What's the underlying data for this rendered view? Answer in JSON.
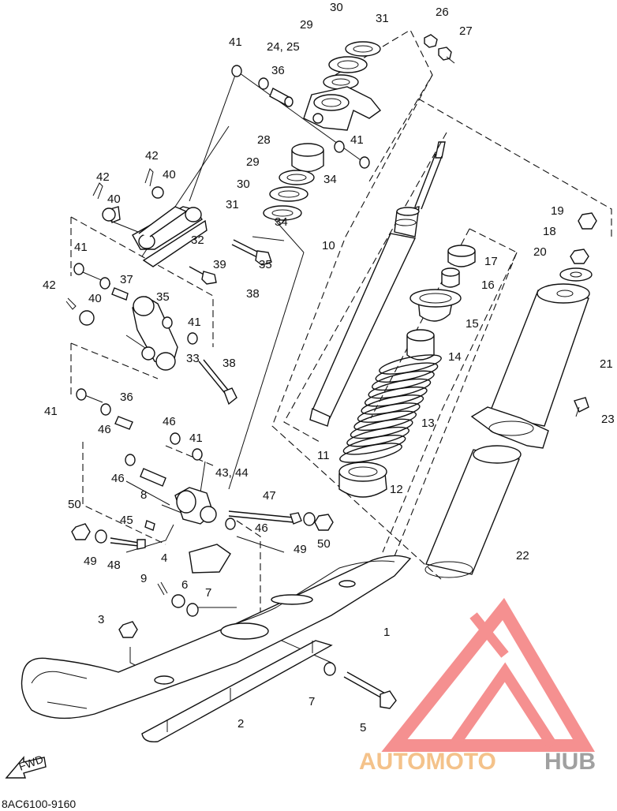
{
  "diagram_code": "8AC6100-9160",
  "fwd_label": "FWD",
  "watermark": {
    "part1": "AUTOMOTO",
    "part2": "HUB",
    "color1": "#f4c28a",
    "color2": "#a0a0a0",
    "logo_color": "#f26b6b"
  },
  "callouts": [
    "1",
    "2",
    "3",
    "4",
    "5",
    "6",
    "7",
    "7",
    "8",
    "9",
    "10",
    "11",
    "12",
    "13",
    "14",
    "15",
    "16",
    "17",
    "18",
    "19",
    "20",
    "21",
    "22",
    "23",
    "24, 25",
    "26",
    "27",
    "28",
    "29",
    "29",
    "30",
    "30",
    "31",
    "31",
    "32",
    "33",
    "34",
    "34",
    "35",
    "35",
    "36",
    "36",
    "37",
    "38",
    "38",
    "39",
    "40",
    "40",
    "40",
    "41",
    "41",
    "41",
    "41",
    "41",
    "41",
    "42",
    "42",
    "42",
    "43, 44",
    "45",
    "46",
    "46",
    "46",
    "46",
    "47",
    "48",
    "49",
    "49",
    "50",
    "50"
  ]
}
